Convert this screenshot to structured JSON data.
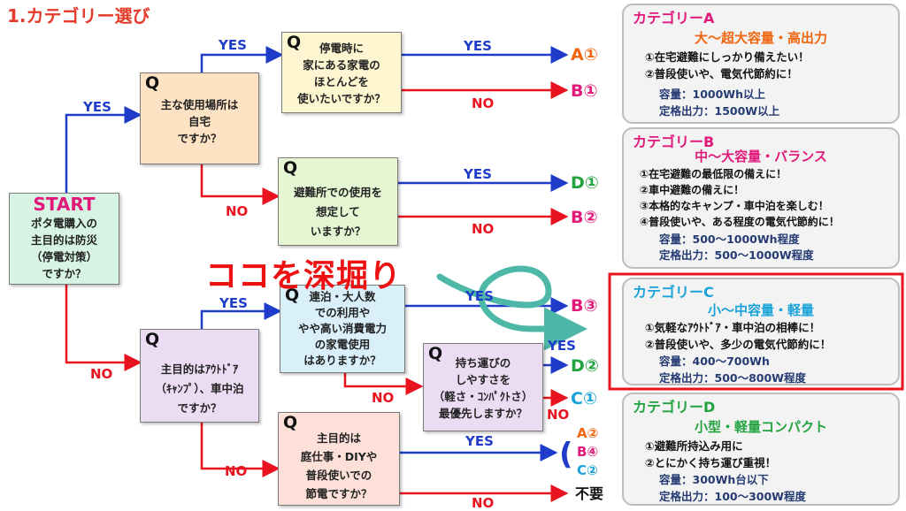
{
  "title": "1.カテゴリー選び",
  "start": {
    "label": "START",
    "text": "ポタ電購入の\n主目的は防災\n（停電対策）\nですか？"
  },
  "questions": {
    "q_home": "主な使用場所は\n自宅\nですか？",
    "q_outage": "停電時に\n家にある家電の\nほとんどを\n使いたいですか？",
    "q_shelter": "避難所での使用を\n想定して\nいますか？",
    "q_outdoor": "主目的はｱｳﾄﾄﾞｱ\n（ｷｬﾝﾌﾟ）、車中泊\nですか？",
    "q_consec": "連泊・大人数\nでの利用や\nやや高い消費電力\nの家電使用\nはありますか？",
    "q_carry": "持ち運びの\nしやすさを\n（軽さ・ｺﾝﾊﾟｸﾄさ）\n最優先しますか？",
    "q_saving": "主目的は\n庭仕事・DIYや\n普段使いでの\n節電ですか？"
  },
  "q_mark": "Q",
  "yes": "YES",
  "no": "NO",
  "results": {
    "a1": "A①",
    "b1": "B①",
    "d1": "D①",
    "b2": "B②",
    "b3": "B③",
    "d2": "D②",
    "c1": "C①",
    "a2": "A②",
    "b4": "B④",
    "c2": "C②",
    "none": "不要"
  },
  "deep_dive": "ココを深堀り",
  "categories": [
    {
      "name": "カテゴリーA",
      "sub": "大～超大容量・高出力",
      "items": "①在宅避難にしっかり備えたい！\n②普段使いや、電気代節約に！",
      "specs": "容量：1000Wh以上\n定格出力：1500W以上",
      "name_color": "#e0197a",
      "sub_color": "#f0650f"
    },
    {
      "name": "カテゴリーB",
      "sub": "中～大容量・バランス",
      "items": "①在宅避難の最低限の備えに！\n②車中避難の備えに！\n③本格的なキャンプ・車中泊を楽しむ！\n④普段使いや、ある程度の電気代節約に！",
      "specs": "容量：500～1000Wh程度\n定格出力：500～1000W程度",
      "name_color": "#e0197a",
      "sub_color": "#e0197a"
    },
    {
      "name": "カテゴリーC",
      "sub": "小～中容量・軽量",
      "items": "①気軽なｱｳﾄﾄﾞｱ・車中泊の相棒に！\n②普段使いや、多少の電気代節約に！",
      "specs": "容量：400～700Wh\n定格出力：500～800W程度",
      "name_color": "#1aa3d8",
      "sub_color": "#1aa3d8"
    },
    {
      "name": "カテゴリーD",
      "sub": "小型・軽量コンパクト",
      "items": "①避難所持込み用に\n②とにかく持ち運び重視！",
      "specs": "容量：300Wh台以下\n定格出力：100～300W程度",
      "name_color": "#22a33f",
      "sub_color": "#22a33f"
    }
  ],
  "colors": {
    "yes_line": "#1e3cc8",
    "no_line": "#e8131f",
    "highlight": "#e8131f",
    "teal_arrow": "#4db8a8"
  }
}
